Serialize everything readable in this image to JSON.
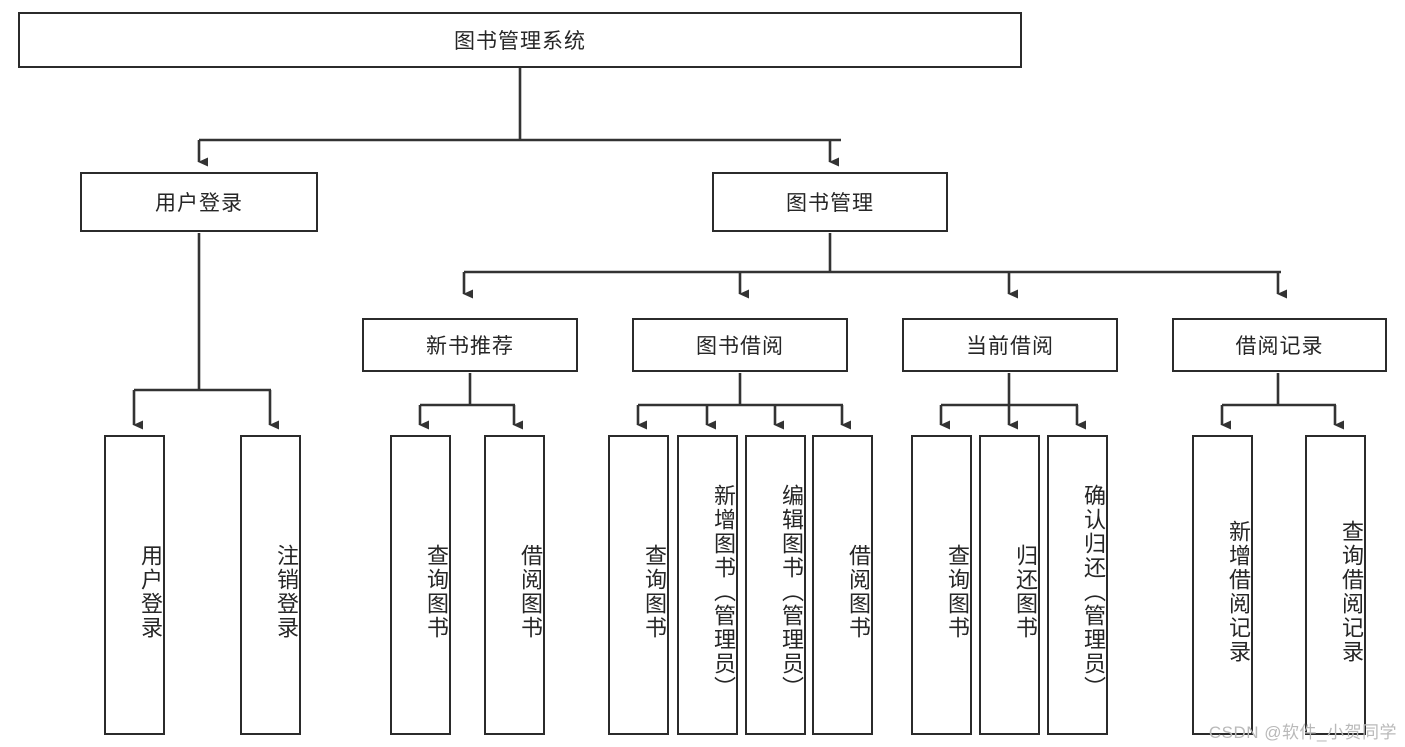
{
  "diagram": {
    "type": "tree-hierarchy",
    "title": "图书管理系统",
    "orientation": "top-down",
    "colors": {
      "box_border": "#2b2b2b",
      "box_fill": "#ffffff",
      "connector": "#333333",
      "text": "#262626",
      "watermark": "#b9b9b9",
      "background": "#ffffff"
    },
    "root": {
      "label": "图书管理系统"
    },
    "level2": [
      {
        "label": "用户登录"
      },
      {
        "label": "图书管理"
      }
    ],
    "level3": [
      {
        "label": "新书推荐"
      },
      {
        "label": "图书借阅"
      },
      {
        "label": "当前借阅"
      },
      {
        "label": "借阅记录"
      }
    ],
    "leaves": {
      "user_login": [
        {
          "label": "用户登录"
        },
        {
          "label": "注销登录"
        }
      ],
      "new_book_recommend": [
        {
          "label": "查询图书"
        },
        {
          "label": "借阅图书"
        }
      ],
      "book_borrow": [
        {
          "label": "查询图书"
        },
        {
          "label": "新增图书（管理员）"
        },
        {
          "label": "编辑图书（管理员）"
        },
        {
          "label": "借阅图书"
        }
      ],
      "current_borrow": [
        {
          "label": "查询图书"
        },
        {
          "label": "归还图书"
        },
        {
          "label": "确认归还（管理员）"
        }
      ],
      "borrow_record": [
        {
          "label": "新增借阅记录"
        },
        {
          "label": "查询借阅记录"
        }
      ]
    }
  },
  "watermark": {
    "text": "CSDN @软件_小贺同学"
  }
}
